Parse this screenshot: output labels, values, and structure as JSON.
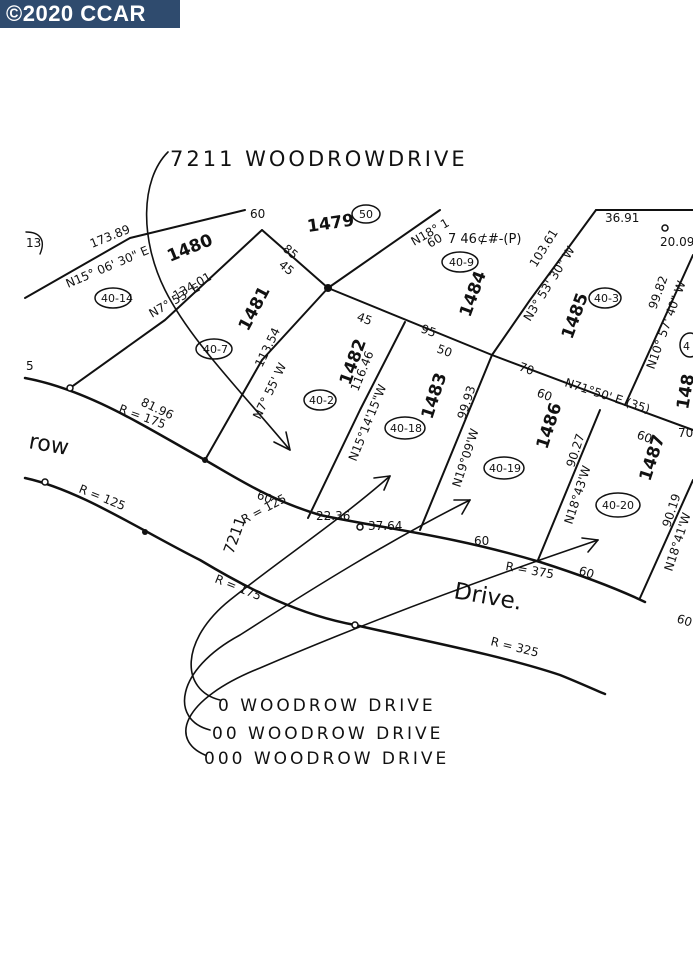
{
  "badge": {
    "copyright_symbol": "©",
    "year": "2020",
    "brand": "CCAR"
  },
  "map": {
    "subject_address": "7211 WOODROWDRIVE",
    "handwritten_note": "7 46⊄#-(P)",
    "street_fragment_left": "row",
    "street_label": "Drive.",
    "house_number_on_map": "7211",
    "addresses": [
      "0 WOODROW DRIVE",
      "00 WOODROW DRIVE",
      "000 WOODROW DRIVE"
    ],
    "lots": [
      {
        "number": "1480",
        "parcel": "40-14"
      },
      {
        "number": "1481",
        "parcel": "40-7"
      },
      {
        "number": "1482",
        "parcel": "40-2"
      },
      {
        "number": "1483",
        "parcel": "40-18"
      },
      {
        "number": "1484",
        "parcel": "40-9"
      },
      {
        "number": "1485",
        "parcel": "40-3"
      },
      {
        "number": "1486",
        "parcel": "40-19"
      },
      {
        "number": "1487",
        "parcel": "40-20"
      },
      {
        "number": "1479",
        "parcel": "50"
      },
      {
        "number": "148",
        "parcel": "4"
      }
    ],
    "edge_marks": [
      "13",
      "5"
    ],
    "bearings": [
      "N15° 06' 30\" E",
      "N7° 53' E",
      "N7° 55' W",
      "N15°14'15\"W",
      "N19°09'W",
      "N3° 53' 30\" W",
      "N10° 57' 40\" W",
      "N18°43'W",
      "N18°41'W",
      "N71°50' E (35)",
      "N18° 1"
    ],
    "dimensions": [
      "173.89",
      "134.01",
      "113.54",
      "116.46",
      "99.93",
      "103.61",
      "99.82",
      "90.27",
      "90.19",
      "81.96",
      "36.91",
      "20.09",
      "22.36",
      "37.64",
      "85",
      "45",
      "45",
      "95",
      "50",
      "70",
      "60",
      "60",
      "60",
      "60",
      "60",
      "60",
      "60",
      "70",
      "60"
    ],
    "radii": [
      "R = 175",
      "R = 125",
      "R = 125",
      "R = 175",
      "R = 375",
      "R = 325"
    ]
  }
}
